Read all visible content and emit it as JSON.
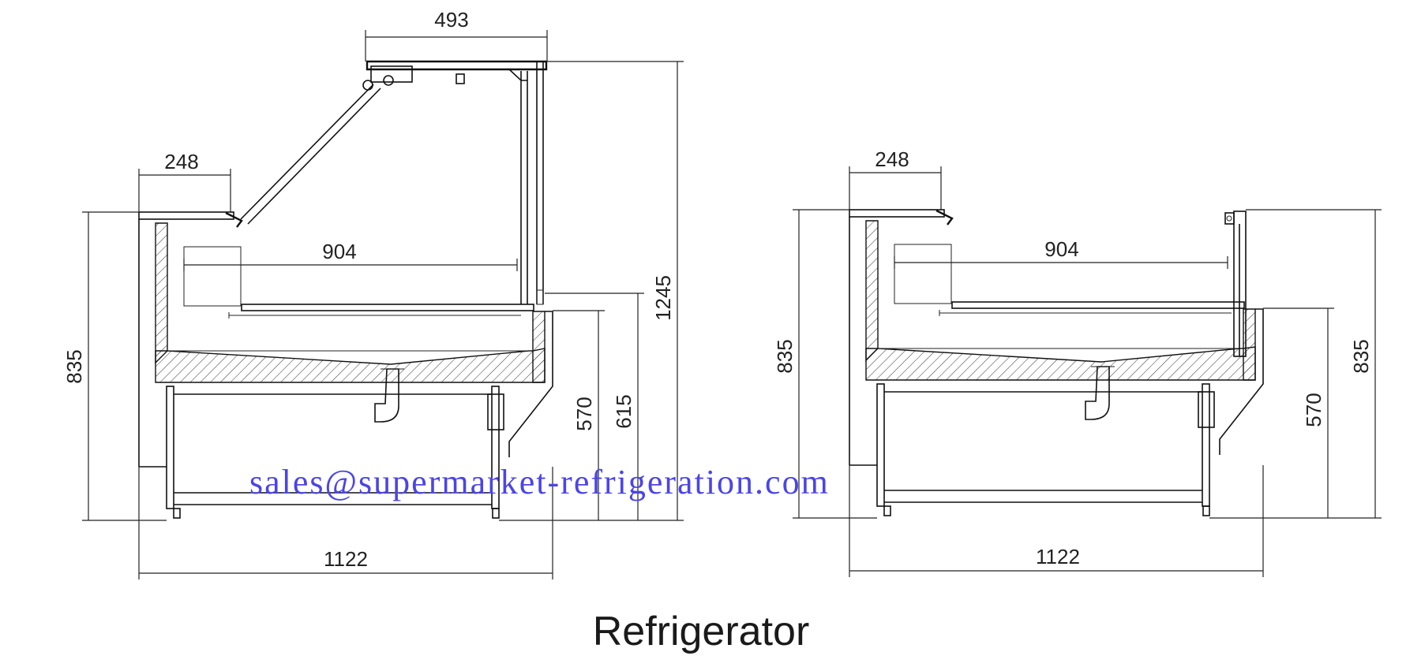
{
  "title": "Refrigerator",
  "watermark": "sales@supermarket-refrigeration.com",
  "left_view": {
    "dims": {
      "top_width": "493",
      "front_shelf": "248",
      "inner_width": "904",
      "total_width": "1122",
      "counter_height": "835",
      "total_height": "1245",
      "rear_height_1": "570",
      "rear_height_2": "615"
    }
  },
  "right_view": {
    "dims": {
      "front_shelf": "248",
      "inner_width": "904",
      "total_width": "1122",
      "counter_height_left": "835",
      "counter_height_right": "835",
      "rear_height": "570"
    }
  },
  "colors": {
    "line": "#111111",
    "watermark": "#4b45e6"
  }
}
